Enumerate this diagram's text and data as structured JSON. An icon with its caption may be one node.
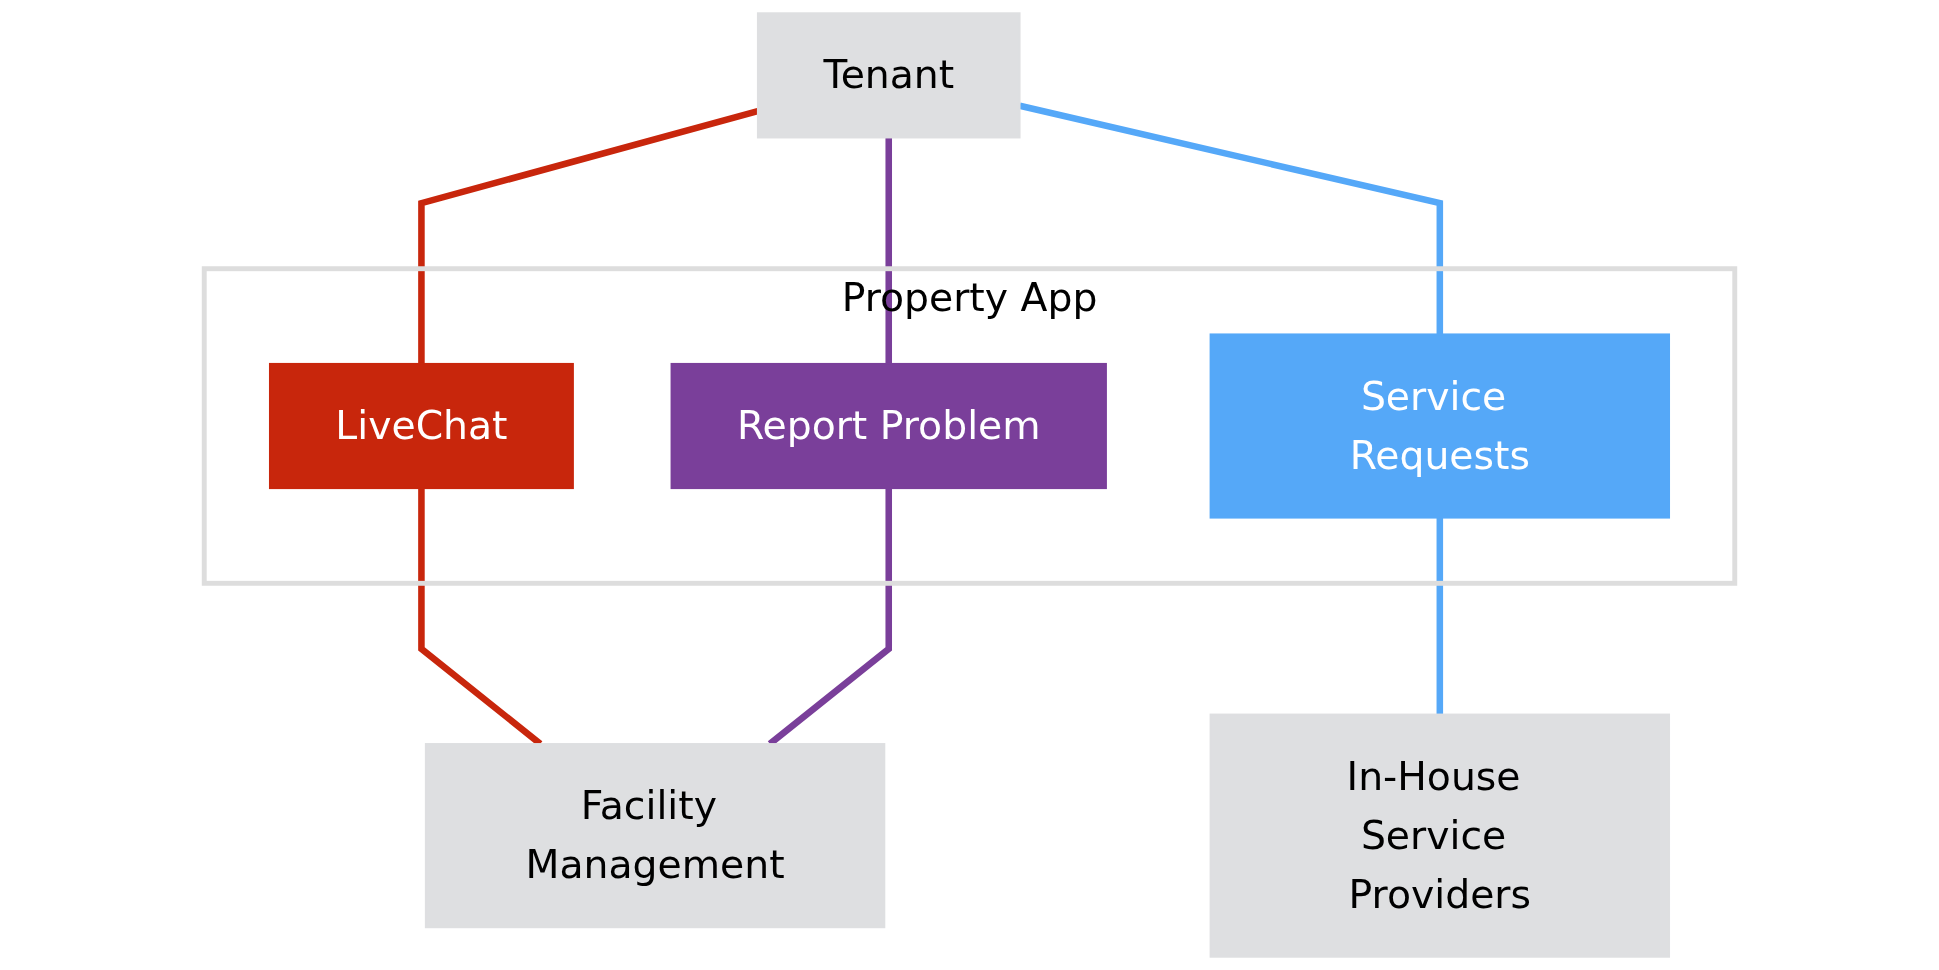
{
  "diagram": {
    "nodes": [
      {
        "text": [
          "Tenant"
        ]
      },
      {
        "text": [
          "Property App"
        ]
      },
      {
        "text": [
          "LiveChat"
        ],
        "in": 1
      },
      {
        "text": [
          "Report Problem"
        ],
        "in": 1
      },
      {
        "text": [
          "Service Requests"
        ],
        "in": 1
      },
      {
        "text": [
          "Facility Management"
        ]
      },
      {
        "text": [
          "In-House Service Providers"
        ]
      }
    ],
    "edges": [
      {
        "from": 0,
        "to": 2,
        "arrow": "none",
        "color": "#c8260c"
      },
      {
        "from": 0,
        "to": 3,
        "arrow": "none",
        "color": "#7a3f9a"
      },
      {
        "from": 0,
        "to": 4,
        "arrow": "none",
        "color": "#55a8f8"
      },
      {
        "from": 2,
        "to": 5,
        "arrow": "none",
        "color": "#c8260c"
      },
      {
        "from": 3,
        "to": 5,
        "arrow": "none",
        "color": "#7a3f9a"
      },
      {
        "from": 4,
        "to": 6,
        "arrow": "none",
        "color": "#55a8f8"
      }
    ]
  }
}
